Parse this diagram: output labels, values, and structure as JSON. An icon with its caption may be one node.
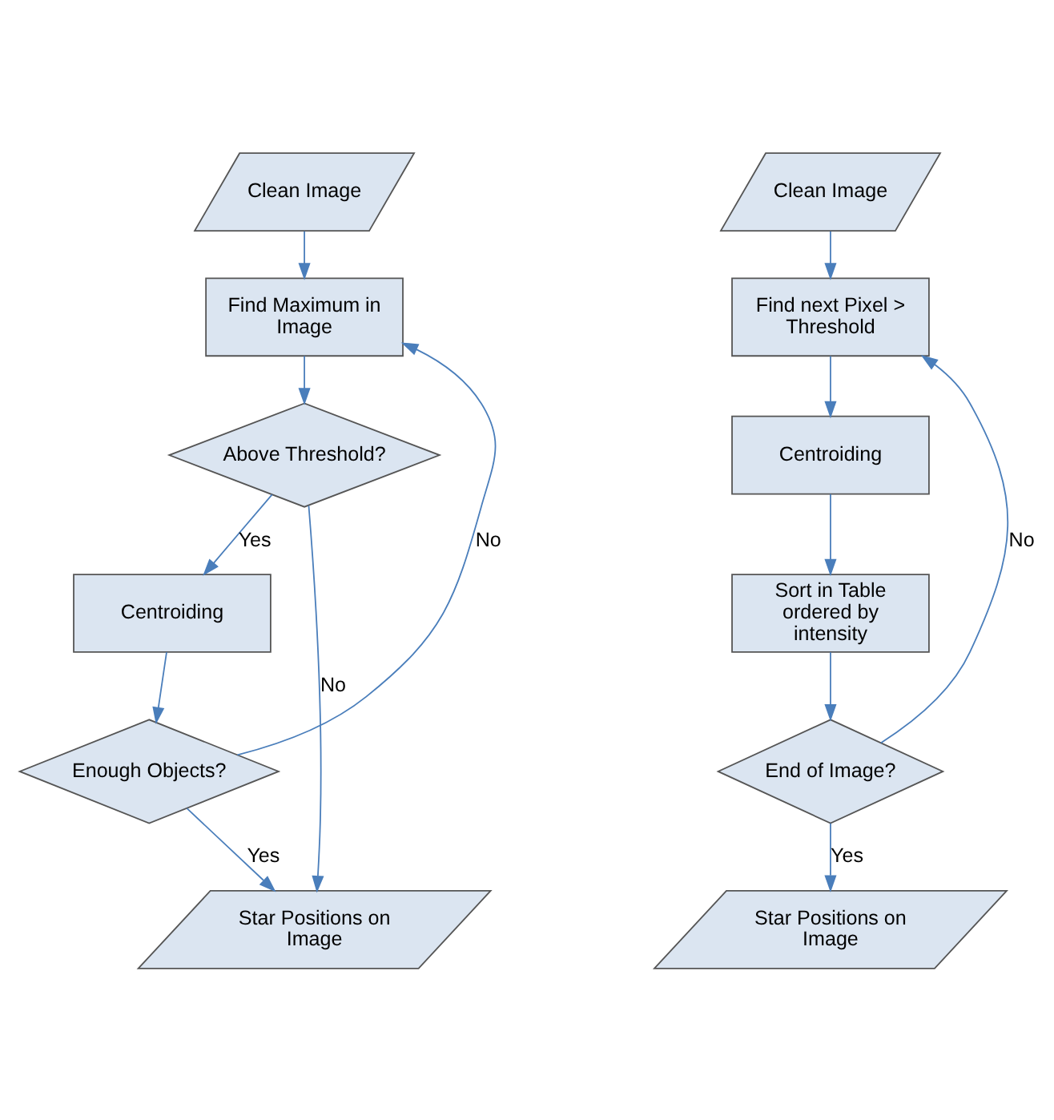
{
  "diagram": {
    "nodes": [
      {
        "text": [
          "Clean Image"
        ]
      },
      {
        "text": [
          "Find Maximum in Image"
        ]
      },
      {
        "text": [
          "Above Threshold?"
        ]
      },
      {
        "text": [
          "Centroiding"
        ]
      },
      {
        "text": [
          "Enough Objects?"
        ]
      },
      {
        "text": [
          "Star Positions on Image"
        ]
      },
      {
        "text": [
          "Clean Image"
        ]
      },
      {
        "text": [
          "Find next Pixel > Threshold"
        ]
      },
      {
        "text": [
          "Centroiding"
        ]
      },
      {
        "text": [
          "Sort in Table ordered by intensity"
        ]
      },
      {
        "text": [
          "End of Image?"
        ]
      },
      {
        "text": [
          "Star Positions on Image"
        ]
      }
    ],
    "edges": [
      {
        "from": 0,
        "to": 1,
        "arrow": "to"
      },
      {
        "from": 1,
        "to": 2,
        "arrow": "to"
      },
      {
        "from": 2,
        "to": 3,
        "arrow": "to",
        "label": "Yes"
      },
      {
        "from": 2,
        "to": 5,
        "arrow": "to",
        "label": "No"
      },
      {
        "from": 3,
        "to": 4,
        "arrow": "to"
      },
      {
        "from": 4,
        "to": 1,
        "arrow": "to",
        "label": "No"
      },
      {
        "from": 4,
        "to": 5,
        "arrow": "to",
        "label": "Yes"
      },
      {
        "from": 6,
        "to": 7,
        "arrow": "to"
      },
      {
        "from": 7,
        "to": 8,
        "arrow": "to"
      },
      {
        "from": 8,
        "to": 9,
        "arrow": "to"
      },
      {
        "from": 9,
        "to": 10,
        "arrow": "to"
      },
      {
        "from": 10,
        "to": 7,
        "arrow": "to",
        "label": "No"
      },
      {
        "from": 10,
        "to": 11,
        "arrow": "to",
        "label": "Yes"
      }
    ]
  }
}
